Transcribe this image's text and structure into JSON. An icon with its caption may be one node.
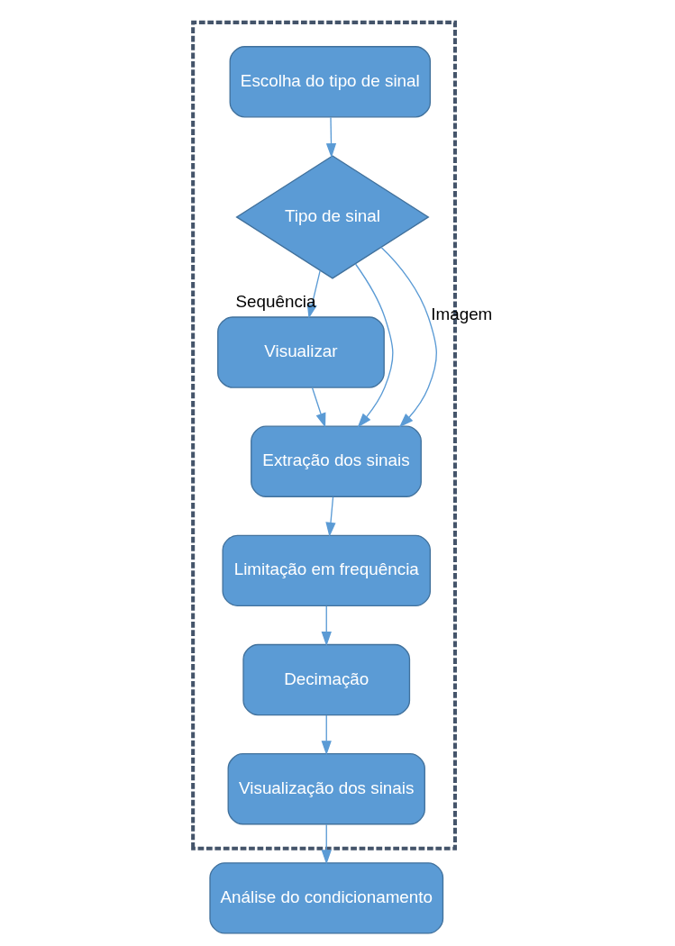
{
  "diagram": {
    "nodes": [
      {
        "text": [],
        "shape": "box"
      },
      {
        "text": [
          "Escolha do tipo de sinal"
        ],
        "in": 0
      },
      {
        "text": [
          "Tipo de sinal"
        ],
        "in": 0
      },
      {
        "text": [
          "Visualizar"
        ],
        "in": 0
      },
      {
        "text": [
          "Extração dos sinais"
        ],
        "in": 0
      },
      {
        "text": [
          "Limitação em frequência"
        ],
        "in": 0
      },
      {
        "text": [
          "Decimação"
        ],
        "in": 0
      },
      {
        "text": [
          "Visualização dos sinais"
        ],
        "in": 0
      },
      {
        "text": [
          "Análise do condicionamento"
        ]
      }
    ],
    "edges": [
      {
        "from": 1,
        "to": 2,
        "arrow": "to"
      },
      {
        "from": 2,
        "to": 3,
        "arrow": "to",
        "label": "Sequência"
      },
      {
        "from": 2,
        "to": 4,
        "arrow": "to"
      },
      {
        "from": 2,
        "to": 4,
        "arrow": "to",
        "label": "Imagem"
      },
      {
        "from": 3,
        "to": 4,
        "arrow": "to"
      },
      {
        "from": 4,
        "to": 5,
        "arrow": "to"
      },
      {
        "from": 5,
        "to": 6,
        "arrow": "to"
      },
      {
        "from": 6,
        "to": 7,
        "arrow": "to"
      },
      {
        "from": 7,
        "to": 8,
        "arrow": "to"
      }
    ]
  }
}
